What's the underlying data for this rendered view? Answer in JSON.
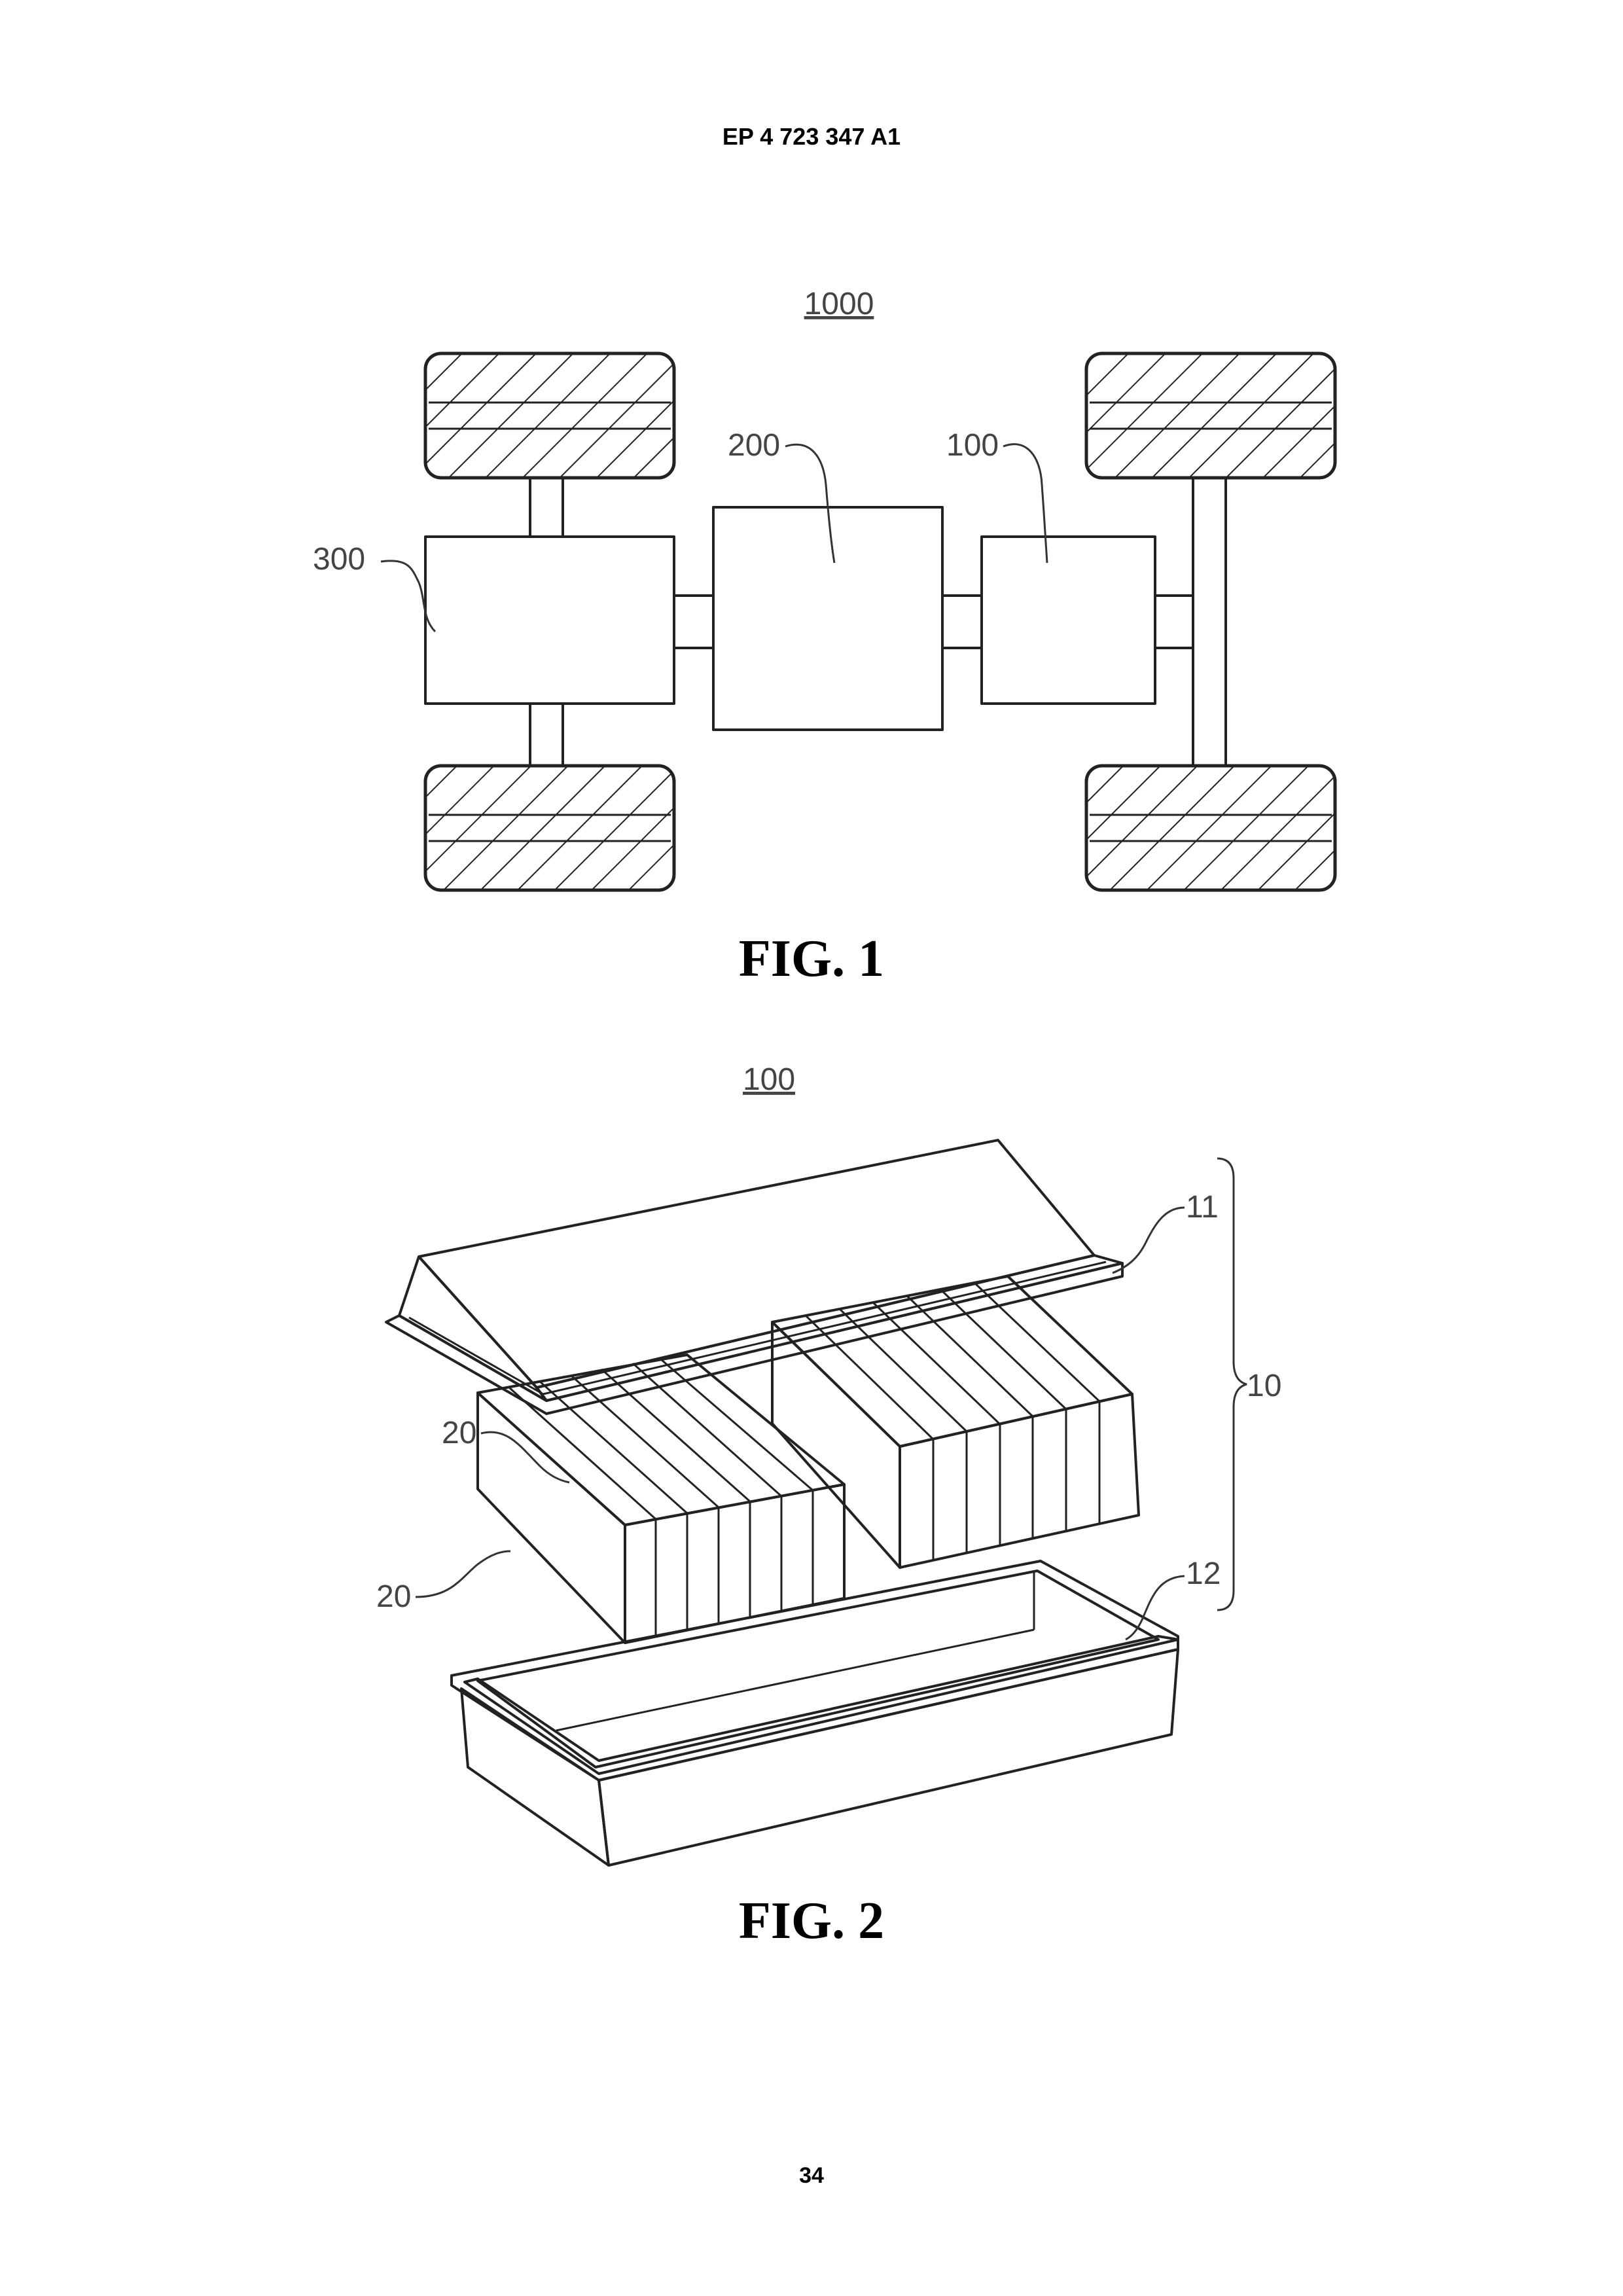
{
  "header": {
    "patent_number": "EP 4 723 347 A1"
  },
  "figure1": {
    "caption": "FIG. 1",
    "title_ref": "1000",
    "labels": {
      "controller": "200",
      "battery": "100",
      "motor": "300"
    }
  },
  "figure2": {
    "caption": "FIG. 2",
    "title_ref": "100",
    "labels": {
      "box": "10",
      "cover": "11",
      "tray": "12",
      "module_upper": "20",
      "module_lower": "20"
    }
  },
  "footer": {
    "page_number": "34"
  }
}
